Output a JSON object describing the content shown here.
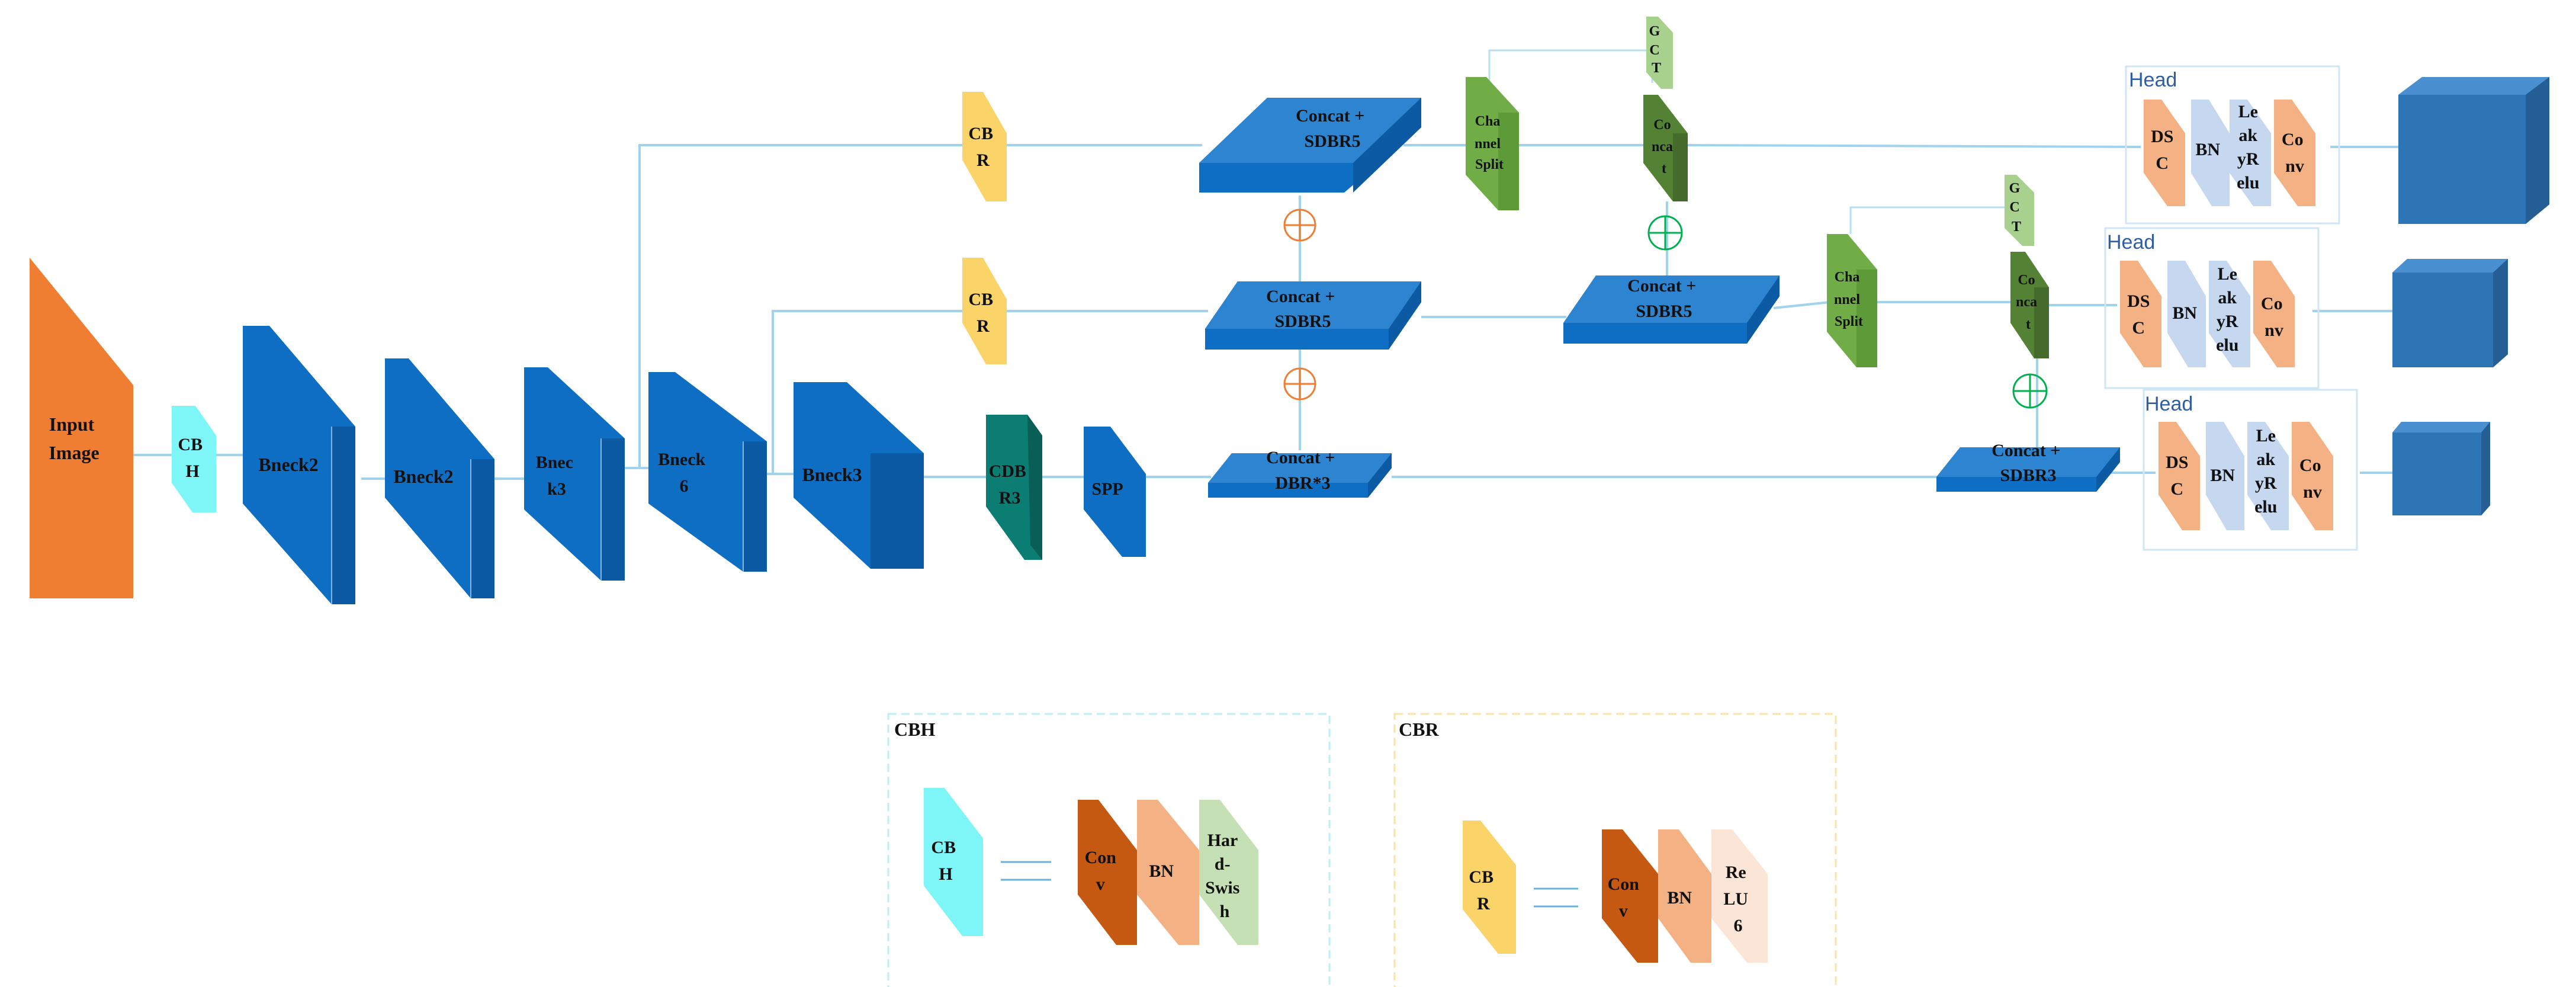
{
  "colors": {
    "blue": "#0e6ec4",
    "blue_top": "#2d85d2",
    "blue_side": "#0b5aa3",
    "orange": "#ef7d32",
    "cyan": "#7ef6f8",
    "yellow": "#fbd469",
    "teal": "#0c7d72",
    "green": "#70ad47",
    "dark_green": "#548235",
    "light_green": "#a9d18e",
    "salmon": "#f4b183",
    "light_blue": "#c5d8ef",
    "rust": "#c65911",
    "pale": "#fbe5d6",
    "hardswish_green": "#c5e0b4",
    "connector": "#9fd3ee",
    "plus_orange": "#ef7d32",
    "plus_green": "#00b050"
  },
  "backbone": {
    "input": [
      "Input",
      "Image"
    ],
    "cbh": [
      "CB",
      "H"
    ],
    "bneck2a": [
      "Bneck2"
    ],
    "bneck2b": [
      "Bneck2"
    ],
    "bneck3a": [
      "Bnec",
      "k3"
    ],
    "bneck6": [
      "Bneck",
      "6"
    ],
    "bneck3b": [
      "Bneck3"
    ],
    "cdbr3": [
      "CDB",
      "R3"
    ],
    "spp": [
      "SPP"
    ]
  },
  "neck": {
    "cbr_top": [
      "CB",
      "R"
    ],
    "cbr_mid": [
      "CB",
      "R"
    ],
    "concat_top": [
      "Concat +",
      "SDBR5"
    ],
    "concat_mid": [
      "Concat +",
      "SDBR5"
    ],
    "concat_bot": [
      "Concat +",
      "DBR*3"
    ],
    "concat_right_mid": [
      "Concat +",
      "SDBR5"
    ],
    "concat_right_bot": [
      "Concat +",
      "SDBR3"
    ],
    "split_top": [
      "Cha",
      "nnel",
      "Split"
    ],
    "split_mid": [
      "Cha",
      "nnel",
      "Split"
    ],
    "gct_top": [
      "G",
      "C",
      "T"
    ],
    "gct_mid": [
      "G",
      "C",
      "T"
    ],
    "concat_small_top": [
      "Co",
      "nca",
      "t"
    ],
    "concat_small_mid": [
      "Co",
      "nca",
      "t"
    ]
  },
  "heads": {
    "title": "Head",
    "dsc": [
      "DS",
      "C"
    ],
    "bn": [
      "BN"
    ],
    "leaky": [
      "Le",
      "ak",
      "yR",
      "elu"
    ],
    "conv": [
      "Co",
      "nv"
    ]
  },
  "legend": {
    "cbh_title": "CBH",
    "cbh_block": [
      "CB",
      "H"
    ],
    "cbh_conv": [
      "Con",
      "v"
    ],
    "cbh_bn": [
      "BN"
    ],
    "cbh_act": [
      "Har",
      "d-",
      "Swis",
      "h"
    ],
    "cbr_title": "CBR",
    "cbr_block": [
      "CB",
      "R"
    ],
    "cbr_conv": [
      "Con",
      "v"
    ],
    "cbr_bn": [
      "BN"
    ],
    "cbr_act": [
      "Re",
      "LU",
      "6"
    ]
  }
}
